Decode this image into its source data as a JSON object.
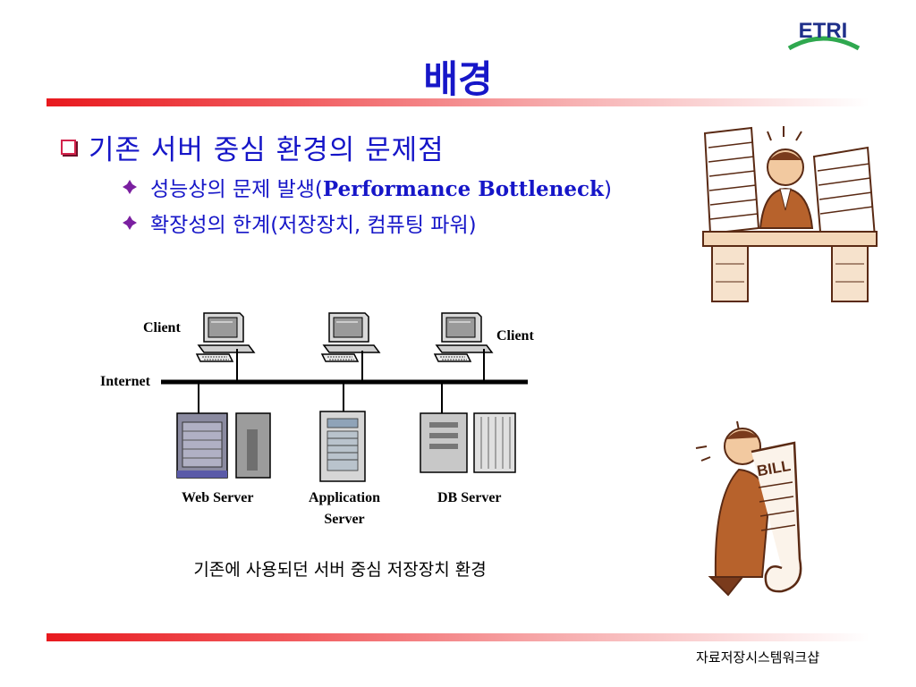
{
  "logo": {
    "text": "ETRI",
    "color": "#1f2f8a",
    "accent": "#2fa84f"
  },
  "slide": {
    "title": "배경",
    "bullet": "기존 서버 중심 환경의 문제점",
    "subs": [
      {
        "kor": "성능상의 문제 발생(",
        "lat": "Performance Bottleneck",
        "end": ")"
      },
      {
        "kor": "확장성의 한계(저장장치, 컴퓨팅 파워)"
      }
    ],
    "caption": "기존에 사용되던 서버 중심 저장장치 환경",
    "footer": "자료저장시스템워크샵"
  },
  "diagram": {
    "internet_label": "Internet",
    "client_labels": [
      "Client",
      "Client"
    ],
    "server_labels": {
      "web": "Web Server",
      "app_line1": "Application",
      "app_line2": "Server",
      "db": "DB Server"
    }
  },
  "clipart": {
    "bill_text": "BILL"
  },
  "colors": {
    "title": "#1616c8",
    "bullet_box": "#d3234b",
    "diamond": "#7a1fa0",
    "rule": "#e8191e"
  }
}
